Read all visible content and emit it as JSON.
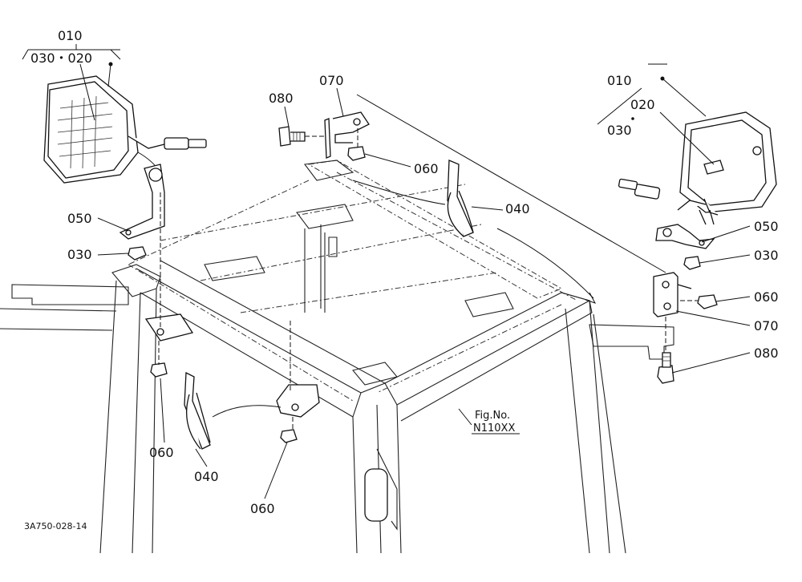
{
  "labels": {
    "l010_left": "010",
    "l030_020_left": "030・020",
    "l010_right": "010",
    "l020_right": "020",
    "l030_right": "030",
    "l080_top": "080",
    "l070_top": "070",
    "l060_top": "060",
    "l040_top": "040",
    "l050_left": "050",
    "l030_left": "030",
    "l050_right": "050",
    "l030_right2": "030",
    "l060_right": "060",
    "l070_right": "070",
    "l080_right": "080",
    "l060_left": "060",
    "l040_bottom": "040",
    "l060_bottom": "060"
  },
  "reference": {
    "fig_title": "Fig.No.",
    "fig_number": "N110XX"
  },
  "footer": {
    "drawing_code": "3A750-028-14"
  }
}
